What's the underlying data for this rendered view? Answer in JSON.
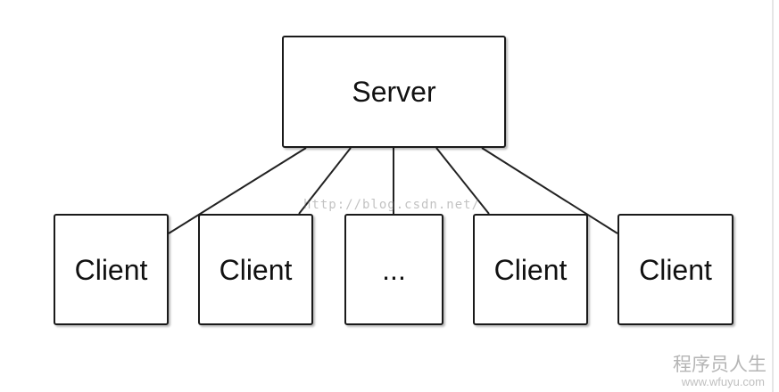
{
  "server": {
    "label": "Server"
  },
  "clients": [
    {
      "label": "Client"
    },
    {
      "label": "Client"
    },
    {
      "label": "..."
    },
    {
      "label": "Client"
    },
    {
      "label": "Client"
    }
  ],
  "watermarks": {
    "url": "http://blog.csdn.net/",
    "brand": "程序员人生",
    "site": "www.wfuyu.com"
  }
}
